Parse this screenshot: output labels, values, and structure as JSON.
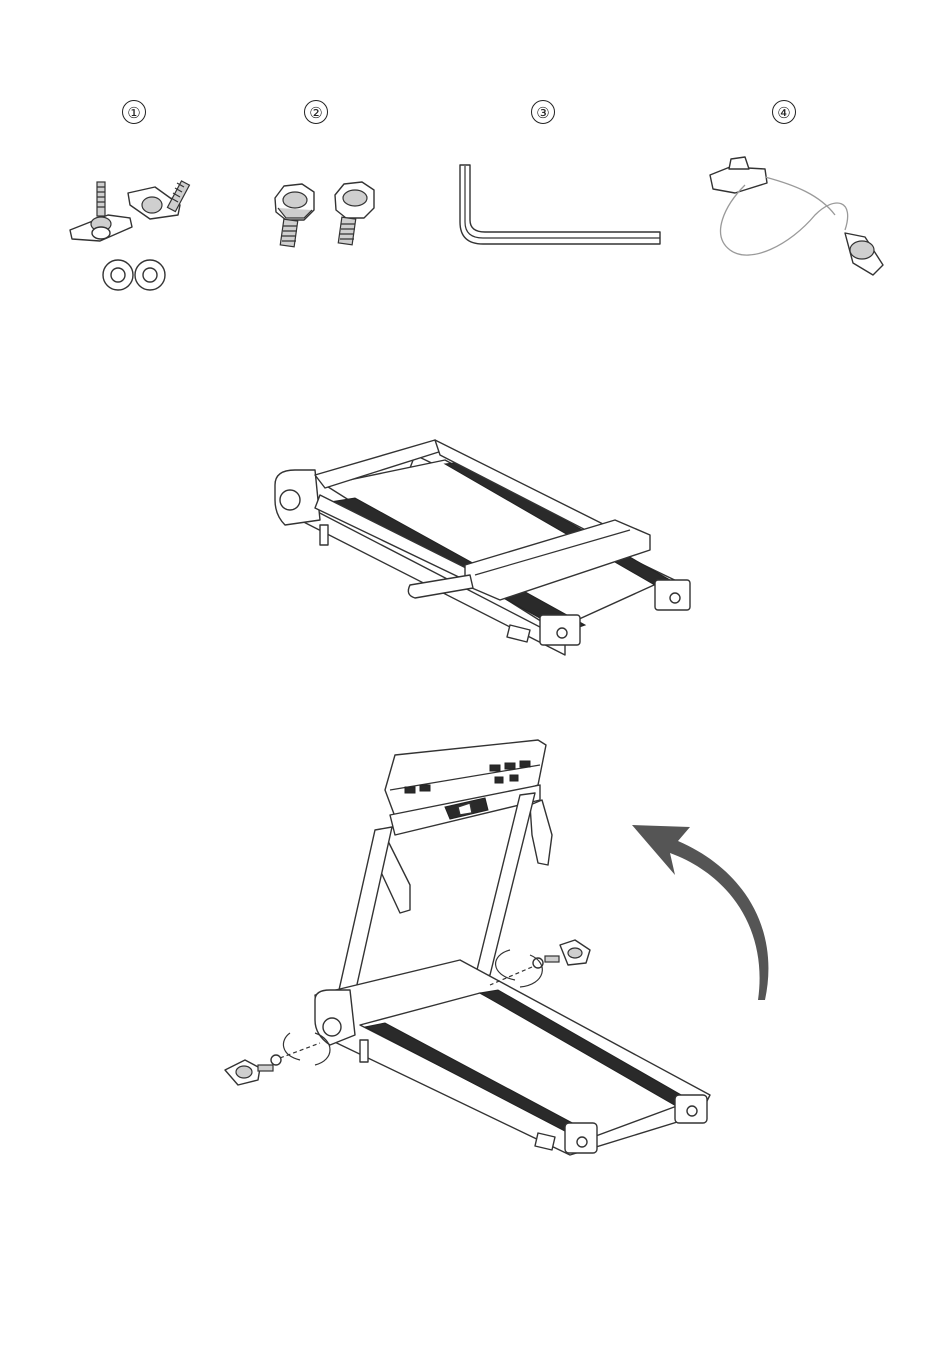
{
  "parts": [
    {
      "number": "①",
      "icon": "wing-bolt-and-washer-icon"
    },
    {
      "number": "②",
      "icon": "knob-bolt-icon"
    },
    {
      "number": "③",
      "icon": "allen-key-icon"
    },
    {
      "number": "④",
      "icon": "safety-key-icon"
    }
  ],
  "figures": [
    {
      "icon": "folded-treadmill-icon"
    },
    {
      "icon": "unfolded-treadmill-icon"
    }
  ]
}
